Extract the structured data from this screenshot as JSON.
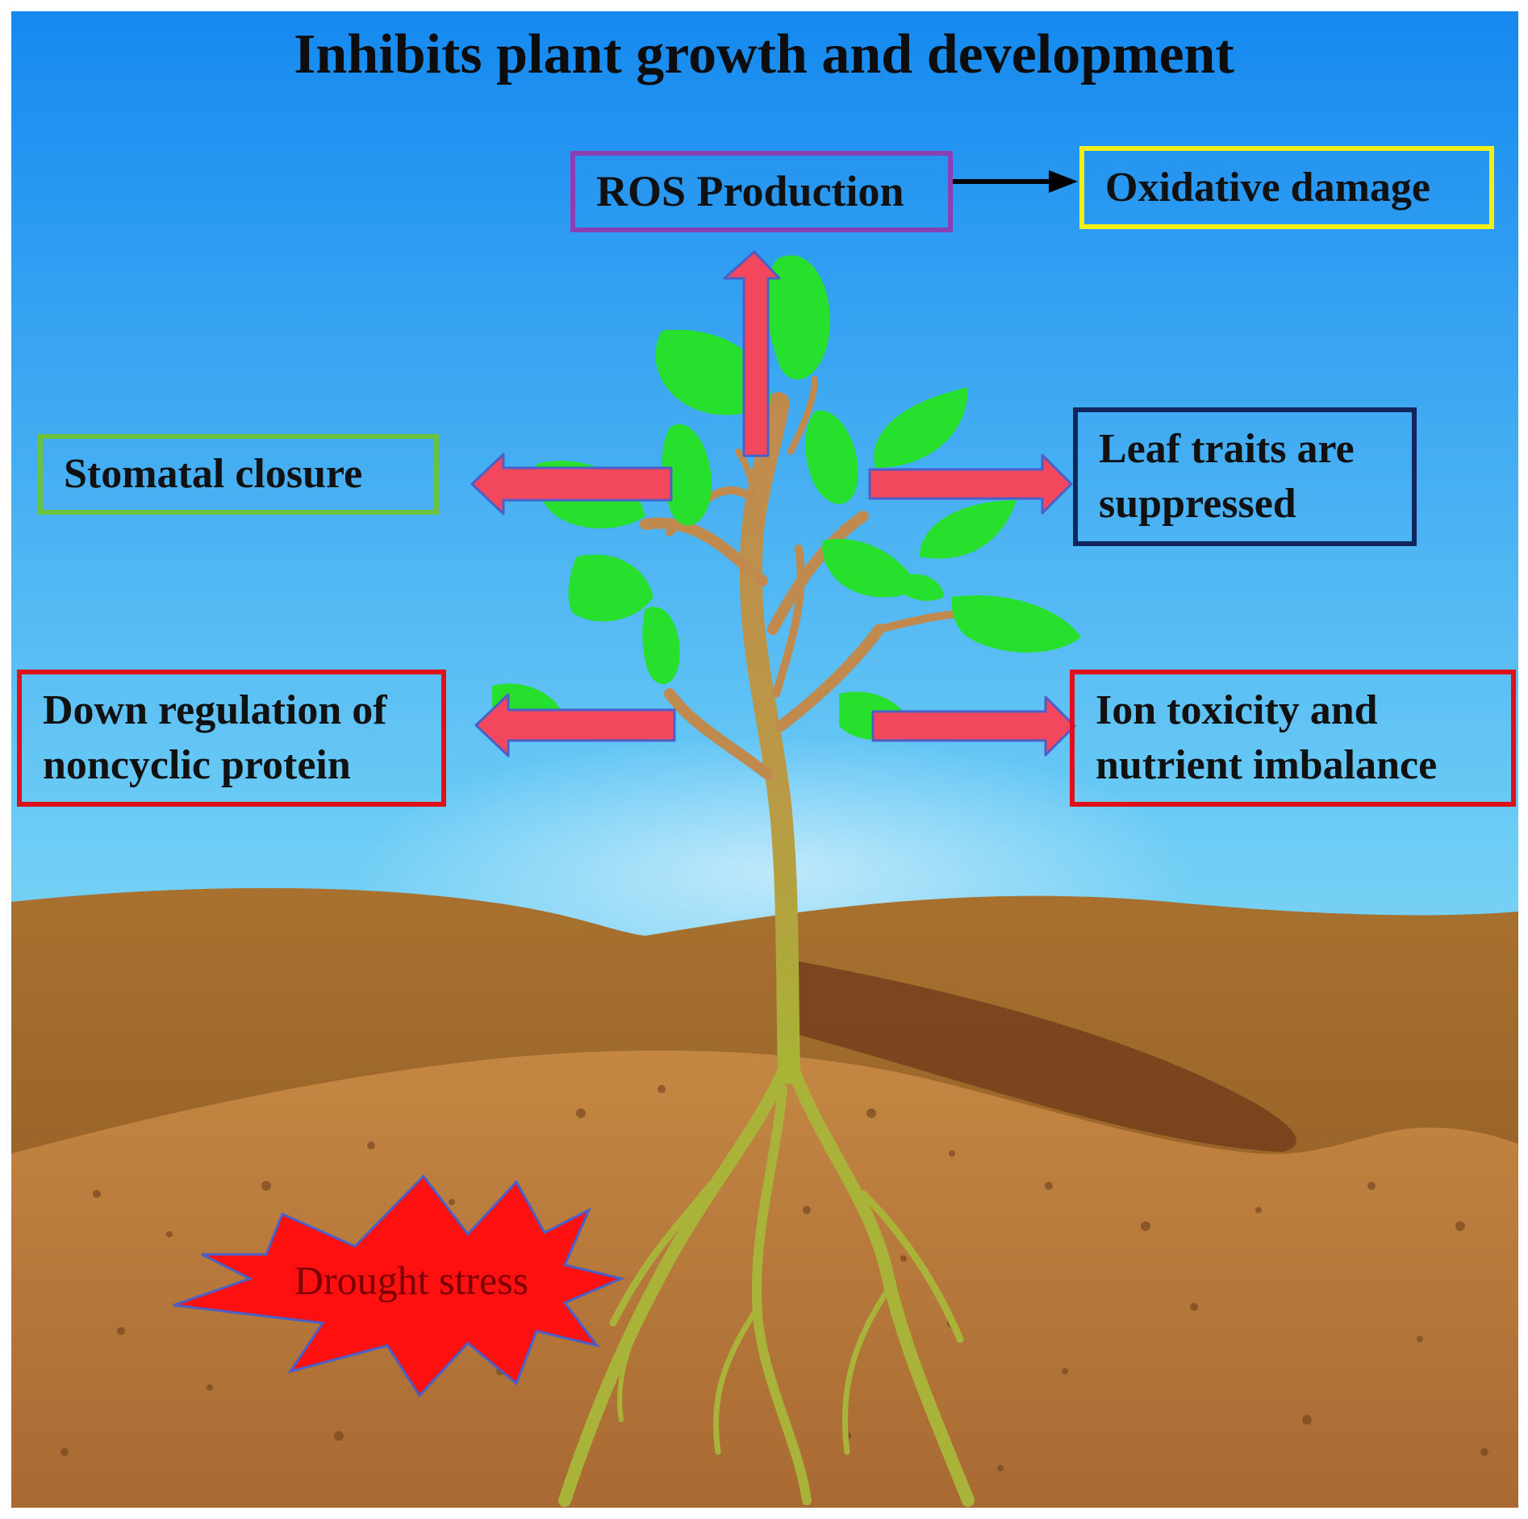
{
  "title": "Inhibits plant growth and development",
  "boxes": {
    "ros": {
      "text": "ROS Production",
      "border": "#8a3fb3"
    },
    "oxidative": {
      "text": "Oxidative damage",
      "border": "#f2ef14"
    },
    "stomatal": {
      "text": "Stomatal closure",
      "border": "#6bc23c"
    },
    "leaf": {
      "line1": "Leaf traits are",
      "line2": "suppressed",
      "border": "#12265e"
    },
    "protein": {
      "line1": "Down regulation of",
      "line2": "noncyclic protein",
      "border": "#e0101a"
    },
    "ion": {
      "line1": "Ion toxicity and",
      "line2": "nutrient imbalance",
      "border": "#e0101a"
    }
  },
  "stress": {
    "text": "Drought stress",
    "fill": "#ff1010"
  },
  "colors": {
    "sky_top": "#1a8ff0",
    "sky_bottom": "#aee8f7",
    "soil": "#b5793a",
    "leaf": "#27e02d",
    "stem": "#c08a4f",
    "arrow_fill": "#f2475c",
    "arrow_edge": "#4a5fc8"
  }
}
